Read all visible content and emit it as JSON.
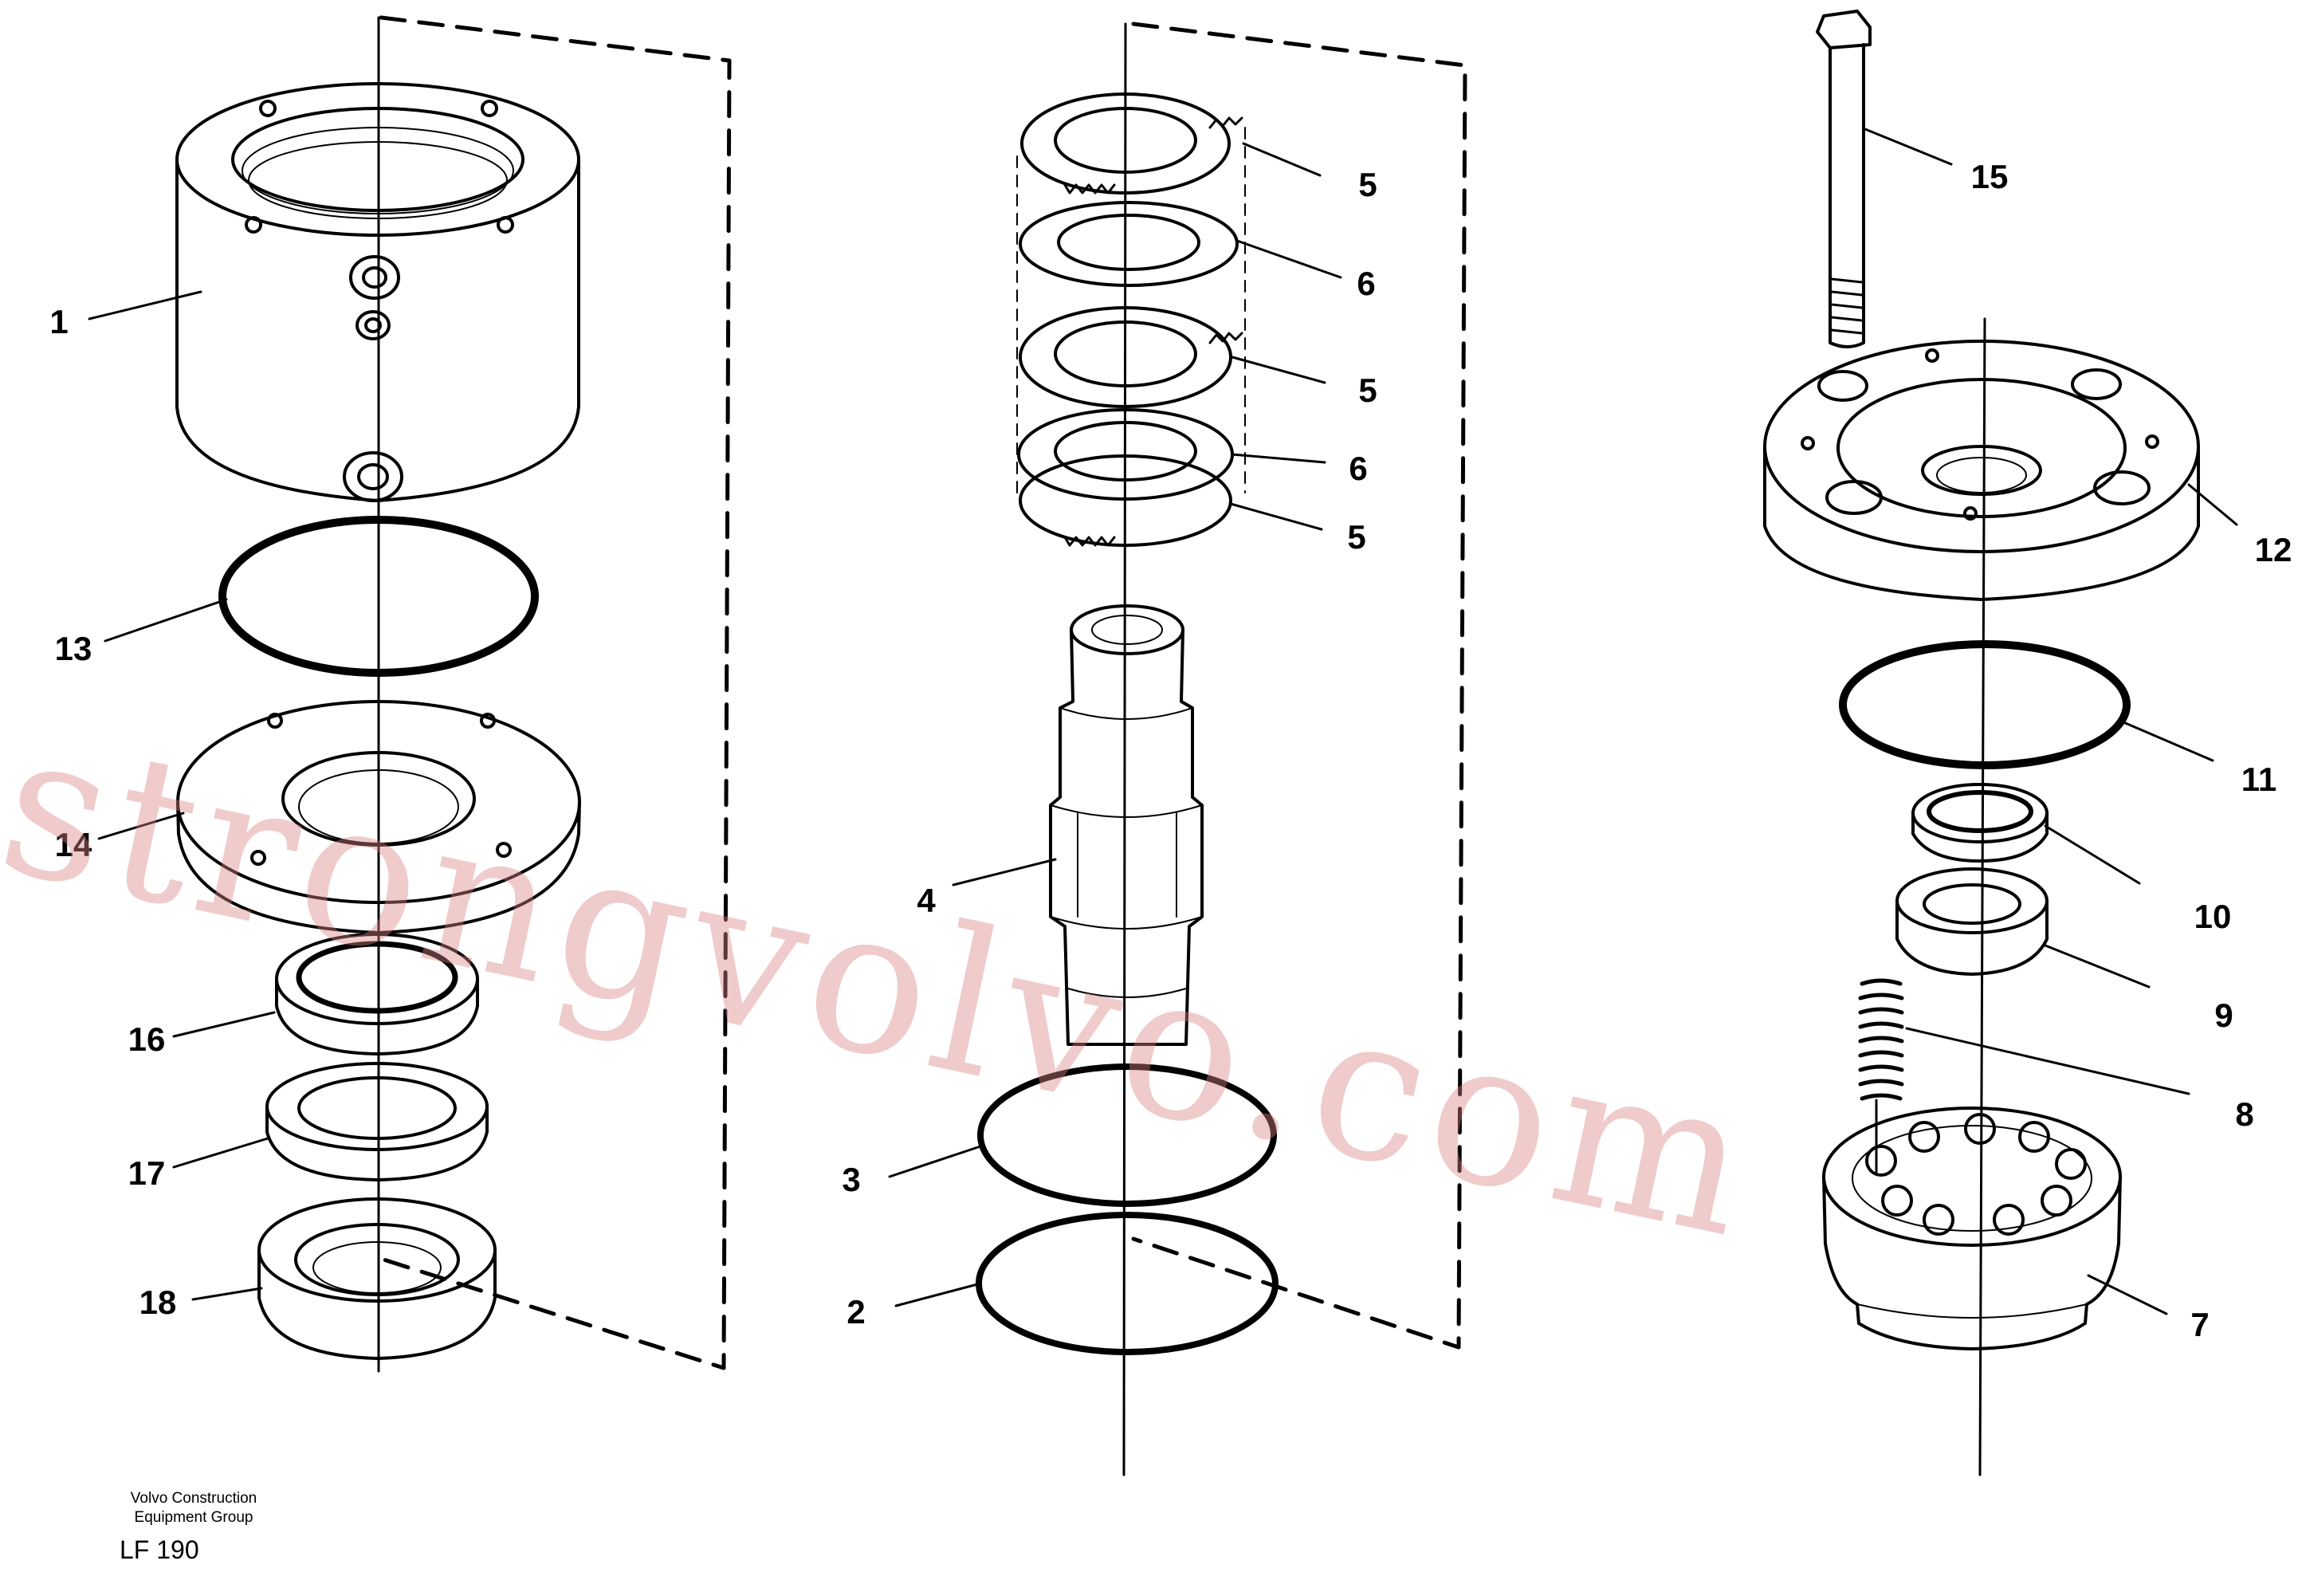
{
  "diagram": {
    "parts": [
      {
        "id": "1",
        "label": "1"
      },
      {
        "id": "2",
        "label": "2"
      },
      {
        "id": "3",
        "label": "3"
      },
      {
        "id": "4",
        "label": "4"
      },
      {
        "id": "5a",
        "label": "5"
      },
      {
        "id": "5b",
        "label": "5"
      },
      {
        "id": "5c",
        "label": "5"
      },
      {
        "id": "6a",
        "label": "6"
      },
      {
        "id": "6b",
        "label": "6"
      },
      {
        "id": "7",
        "label": "7"
      },
      {
        "id": "8",
        "label": "8"
      },
      {
        "id": "9",
        "label": "9"
      },
      {
        "id": "10",
        "label": "10"
      },
      {
        "id": "11",
        "label": "11"
      },
      {
        "id": "12",
        "label": "12"
      },
      {
        "id": "13",
        "label": "13"
      },
      {
        "id": "14",
        "label": "14"
      },
      {
        "id": "15",
        "label": "15"
      },
      {
        "id": "16",
        "label": "16"
      },
      {
        "id": "17",
        "label": "17"
      },
      {
        "id": "18",
        "label": "18"
      }
    ]
  },
  "footer": {
    "company_line1": "Volvo Construction",
    "company_line2": "Equipment Group",
    "drawing_code": "LF 190"
  },
  "watermark": {
    "text": "strongvolvo.com",
    "color": "#dc8282"
  }
}
